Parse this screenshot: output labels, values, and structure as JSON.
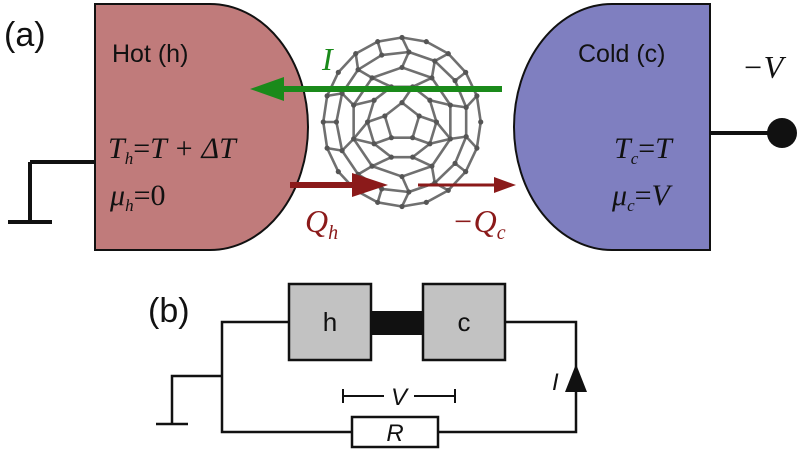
{
  "panel_a": {
    "label": "(a)",
    "hot": {
      "title": "Hot (h)",
      "temp_lhs": "T",
      "temp_sub": "h",
      "temp_eq": "=",
      "temp_rhs": "T + ΔT",
      "mu_lhs": "μ",
      "mu_sub": "h",
      "mu_eq": "=",
      "mu_rhs": "0",
      "color": "#c07b7b"
    },
    "cold": {
      "title": "Cold (c)",
      "temp_lhs": "T",
      "temp_sub": "c",
      "temp_eq": "=",
      "temp_rhs": "T",
      "mu_lhs": "μ",
      "mu_sub": "c",
      "mu_eq": "=",
      "mu_rhs": "V",
      "color": "#7f7fc0"
    },
    "current_label": "I",
    "heat_h_label": "Q",
    "heat_h_sub": "h",
    "heat_c_label": "−Q",
    "heat_c_sub": "c",
    "voltage_label": "−V",
    "current_color": "#1a8a1a",
    "heat_color": "#8b1a1a"
  },
  "panel_b": {
    "label": "(b)",
    "box_h": "h",
    "box_c": "c",
    "voltage_label": "V",
    "current_label": "I",
    "resistor_label": "R"
  }
}
